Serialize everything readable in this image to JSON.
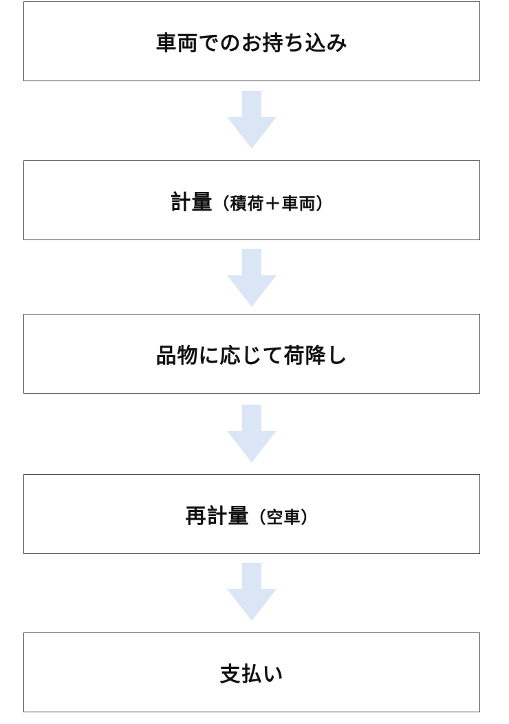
{
  "flow": {
    "arrow_color": "#dae6f6",
    "steps": [
      {
        "label": "車両でのお持ち込み",
        "sub": ""
      },
      {
        "label": "計量",
        "sub": "（積荷＋車両）"
      },
      {
        "label": "品物に応じて荷降し",
        "sub": ""
      },
      {
        "label": "再計量",
        "sub": "（空車）"
      },
      {
        "label": "支払い",
        "sub": ""
      }
    ]
  }
}
